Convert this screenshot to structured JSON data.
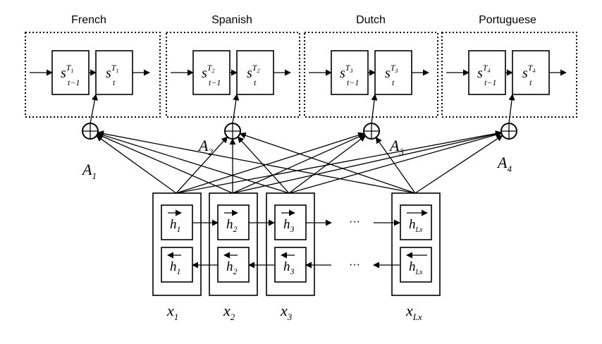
{
  "languages": [
    "French",
    "Spanish",
    "Dutch",
    "Portuguese"
  ],
  "decoder_states": [
    {
      "prev_base": "s",
      "prev_sup": "T",
      "prev_sup_sub": "1",
      "prev_sub": "t−1",
      "cur_base": "s",
      "cur_sup": "T",
      "cur_sup_sub": "1",
      "cur_sub": "t"
    },
    {
      "prev_base": "s",
      "prev_sup": "T",
      "prev_sup_sub": "2",
      "prev_sub": "t−1",
      "cur_base": "s",
      "cur_sup": "T",
      "cur_sup_sub": "2",
      "cur_sub": "t"
    },
    {
      "prev_base": "s",
      "prev_sup": "T",
      "prev_sup_sub": "3",
      "prev_sub": "t−1",
      "cur_base": "s",
      "cur_sup": "T",
      "cur_sup_sub": "3",
      "cur_sub": "t"
    },
    {
      "prev_base": "s",
      "prev_sup": "T",
      "prev_sup_sub": "4",
      "prev_sub": "t−1",
      "cur_base": "s",
      "cur_sup": "T",
      "cur_sup_sub": "4",
      "cur_sub": "t"
    }
  ],
  "attention_labels": [
    {
      "base": "A",
      "sub": "1"
    },
    {
      "base": "A",
      "sub": "2"
    },
    {
      "base": "A",
      "sub": "3"
    },
    {
      "base": "A",
      "sub": "4"
    }
  ],
  "encoder_states": [
    {
      "base": "h",
      "sub": "1"
    },
    {
      "base": "h",
      "sub": "2"
    },
    {
      "base": "h",
      "sub": "3"
    },
    {
      "base": "h",
      "sub": "Lx"
    }
  ],
  "inputs": [
    {
      "base": "x",
      "sub": "1"
    },
    {
      "base": "x",
      "sub": "2"
    },
    {
      "base": "x",
      "sub": "3"
    },
    {
      "base": "x",
      "sub": "Lx"
    }
  ],
  "ellipsis": "···"
}
